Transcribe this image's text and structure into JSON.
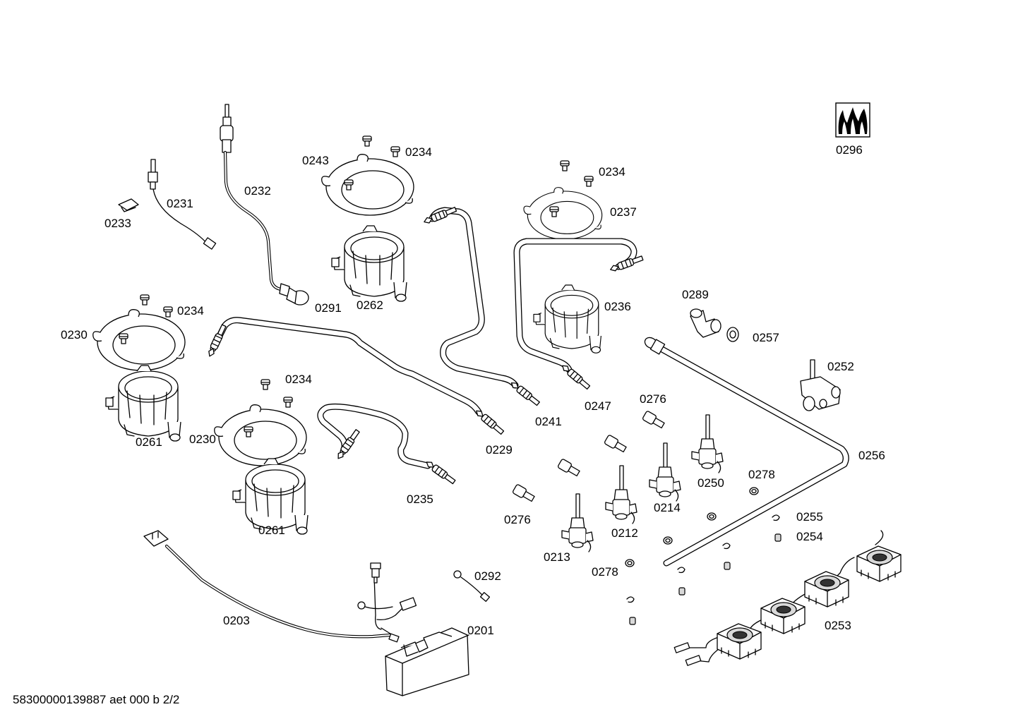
{
  "footer": {
    "document_id": "58300000139887 aet 000 b 2/2"
  },
  "symbol": {
    "name": "gas-flame-icon",
    "label": "0296"
  },
  "labels": {
    "l0296": "0296",
    "l0243": "0243",
    "l0234a": "0234",
    "l0234b": "0234",
    "l0234c": "0234",
    "l0234d": "0234",
    "l0232": "0232",
    "l0231": "0231",
    "l0233": "0233",
    "l0237": "0237",
    "l0291": "0291",
    "l0262": "0262",
    "l0236": "0236",
    "l0289": "0289",
    "l0257": "0257",
    "l0230a": "0230",
    "l0230b": "0230",
    "l0252": "0252",
    "l0276a": "0276",
    "l0276b": "0276",
    "l0247": "0247",
    "l0241": "0241",
    "l0229": "0229",
    "l0261a": "0261",
    "l0261b": "0261",
    "l0256": "0256",
    "l0278a": "0278",
    "l0278b": "0278",
    "l0250": "0250",
    "l0214": "0214",
    "l0235": "0235",
    "l0212": "0212",
    "l0255": "0255",
    "l0254": "0254",
    "l0213": "0213",
    "l0292": "0292",
    "l0203": "0203",
    "l0201": "0201",
    "l0253": "0253"
  }
}
